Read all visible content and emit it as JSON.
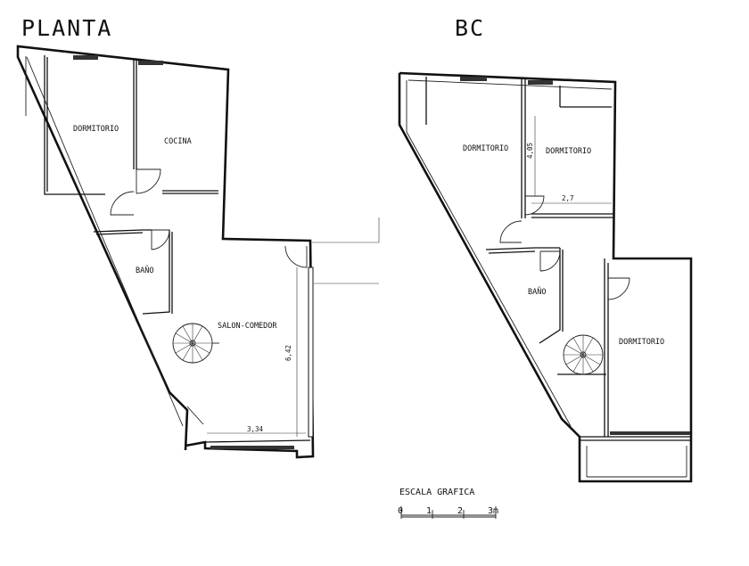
{
  "plans": [
    {
      "title": "PLANTA",
      "rooms": [
        "DORMITORIO",
        "COCINA",
        "BAÑO",
        "SALON-COMEDOR"
      ],
      "dimensions": [
        "6,42",
        "3,34"
      ]
    },
    {
      "title": "BC",
      "rooms": [
        "DORMITORIO",
        "DORMITORIO",
        "BAÑO",
        "DORMITORIO"
      ],
      "dimensions": [
        "4,05",
        "2,7"
      ]
    }
  ],
  "scale": {
    "title": "ESCALA GRAFICA",
    "ticks": [
      "0",
      "1",
      "2",
      "3m"
    ]
  }
}
